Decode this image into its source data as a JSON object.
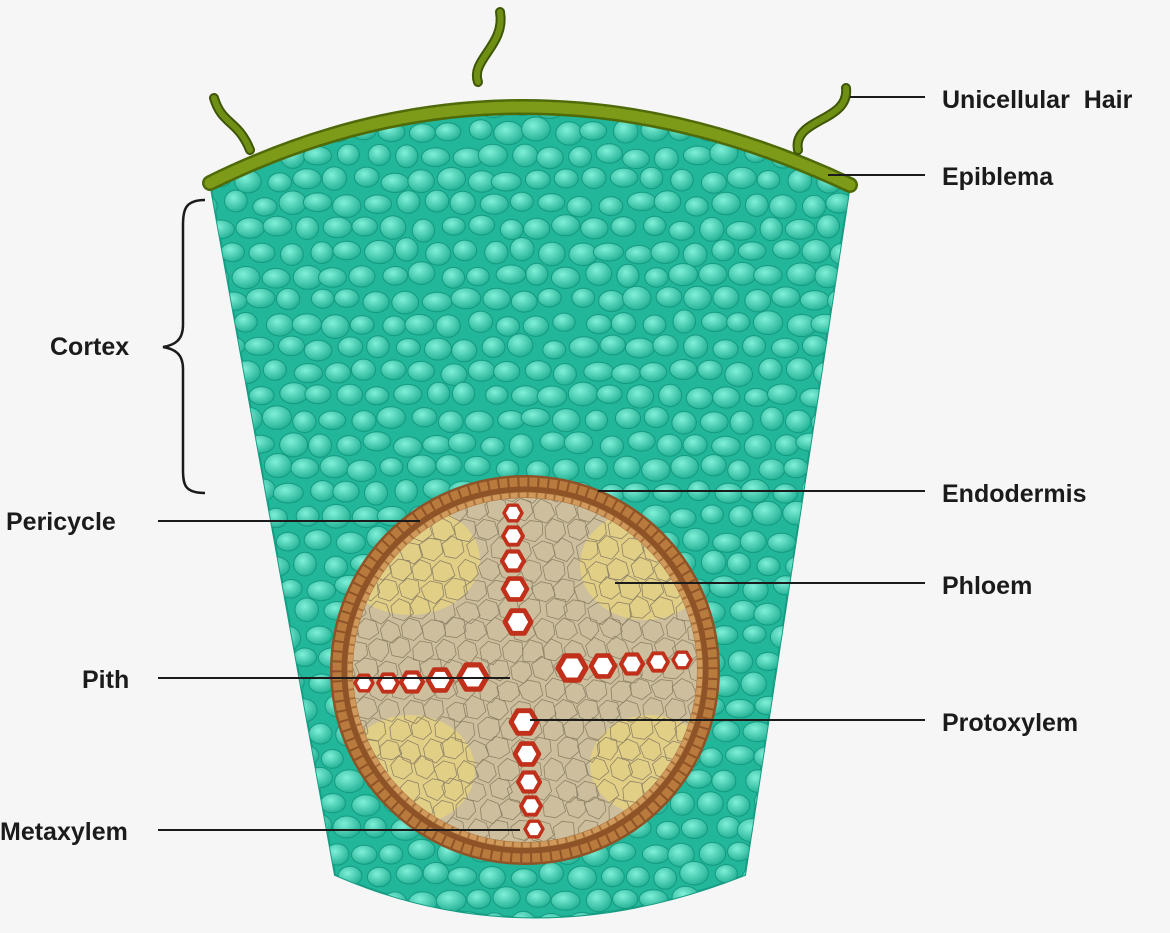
{
  "labels": {
    "unicellular_hair": "Unicellular  Hair",
    "epiblema": "Epiblema",
    "cortex": "Cortex",
    "endodermis": "Endodermis",
    "pericycle": "Pericycle",
    "phloem": "Phloem",
    "pith": "Pith",
    "protoxylem": "Protoxylem",
    "metaxylem": "Metaxylem"
  },
  "colors": {
    "background": "#f6f6f6",
    "cortex_fill": "#22b69a",
    "cortex_cell": "#3fcfb2",
    "epiblema": "#6f8a12",
    "hair": "#5c7a0e",
    "endodermis": "#9a5a2c",
    "pericycle": "#b87a3c",
    "stele_fill": "#cdbf9e",
    "phloem": "#e6d48a",
    "xylem": "#c0301a",
    "text": "#1b1b1b"
  }
}
